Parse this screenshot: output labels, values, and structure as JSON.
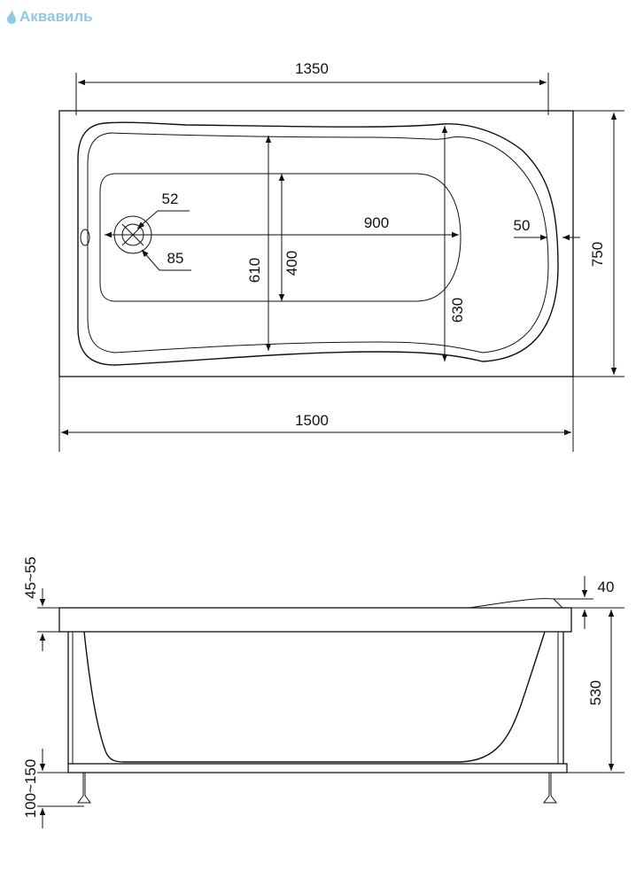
{
  "logo": {
    "text": "Аквавиль",
    "color": "#8ec9e6",
    "icon": "drop-icon"
  },
  "top_view": {
    "dims": {
      "inner_length": "1350",
      "total_length": "1500",
      "total_width": "750",
      "bottom_length": "900",
      "width_610": "610",
      "width_400": "400",
      "width_630": "630",
      "drain_52": "52",
      "drain_85": "85",
      "rim_50": "50"
    }
  },
  "side_view": {
    "dims": {
      "rim_thickness": "45~55",
      "headrest": "40",
      "height": "530",
      "feet": "100~150"
    }
  }
}
